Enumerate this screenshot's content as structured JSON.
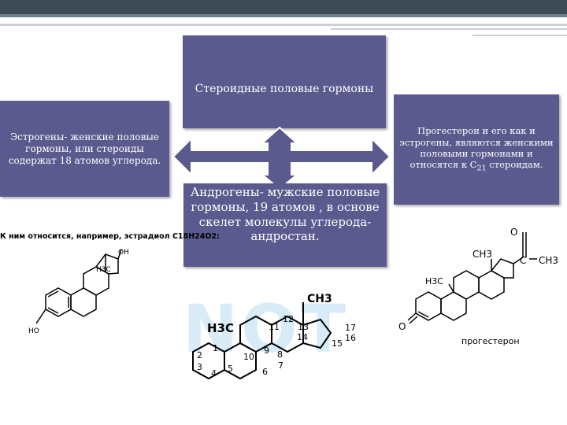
{
  "slide": {
    "title_box": "Стероидные половые гормоны",
    "left_box": "Эстрогены- женские половые гормоны, или стероиды содержат 18 атомов углерода.",
    "right_box_main": "Прогестерон и его как и эстрогены, являются женскими половыми гормонами и относятся к С",
    "right_box_sub": "21",
    "right_box_end": " стероидам.",
    "center_box": "Андрогены- мужские половые гормоны, 19 атомов , в основе скелет молекулы углерода- андростан."
  },
  "estradiol_figure": {
    "caption": "К ним относится, например, эстрадиол С18Н24О2:",
    "oh": "OH",
    "h3c": "H3C",
    "ho": "HO"
  },
  "androstane_figure": {
    "ch3_top": "CH3",
    "h3c": "H3C",
    "numbers": [
      "1",
      "2",
      "3",
      "4",
      "5",
      "6",
      "7",
      "8",
      "9",
      "10",
      "11",
      "12",
      "13",
      "14",
      "15",
      "16",
      "17"
    ]
  },
  "progesterone_figure": {
    "o_top": "O",
    "ch3_ring": "CH3",
    "c_label": "C",
    "ch3_side": "CH3",
    "h3c": "H3C",
    "o_left": "O",
    "caption": "прогестерон"
  },
  "colors": {
    "box": "#5b5a8e",
    "arrow": "#5b5a8e",
    "topbar": "#3d4b57"
  }
}
